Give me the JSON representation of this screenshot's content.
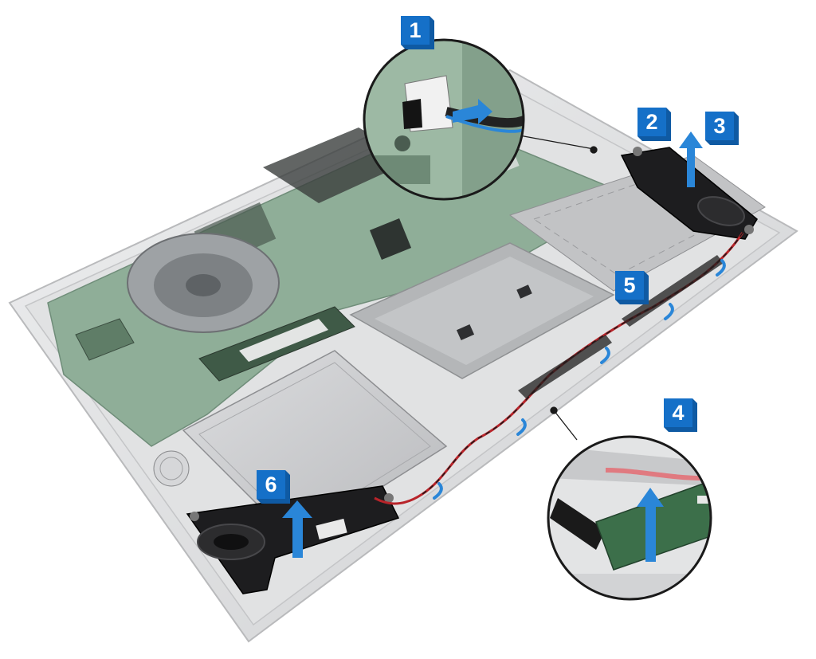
{
  "figure": {
    "description_free": true,
    "callouts": [
      {
        "number": "1"
      },
      {
        "number": "2"
      },
      {
        "number": "3"
      },
      {
        "number": "4"
      },
      {
        "number": "5"
      },
      {
        "number": "6"
      }
    ],
    "colors": {
      "callout_blue": "#1570c8",
      "arrow_blue": "#2a86d8",
      "chassis_silver": "#d9dadc",
      "board_green": "#8fae98",
      "speaker_black": "#1d1d1f",
      "cable_red": "#b8242a",
      "battery_silver": "#c9cacb"
    }
  }
}
